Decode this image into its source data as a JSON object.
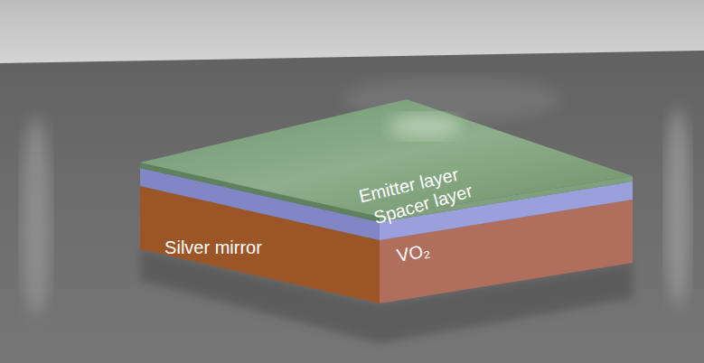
{
  "diagram": {
    "labels": [
      "Emitter layer",
      "Spacer layer",
      "VO₂",
      "Silver mirror"
    ]
  }
}
